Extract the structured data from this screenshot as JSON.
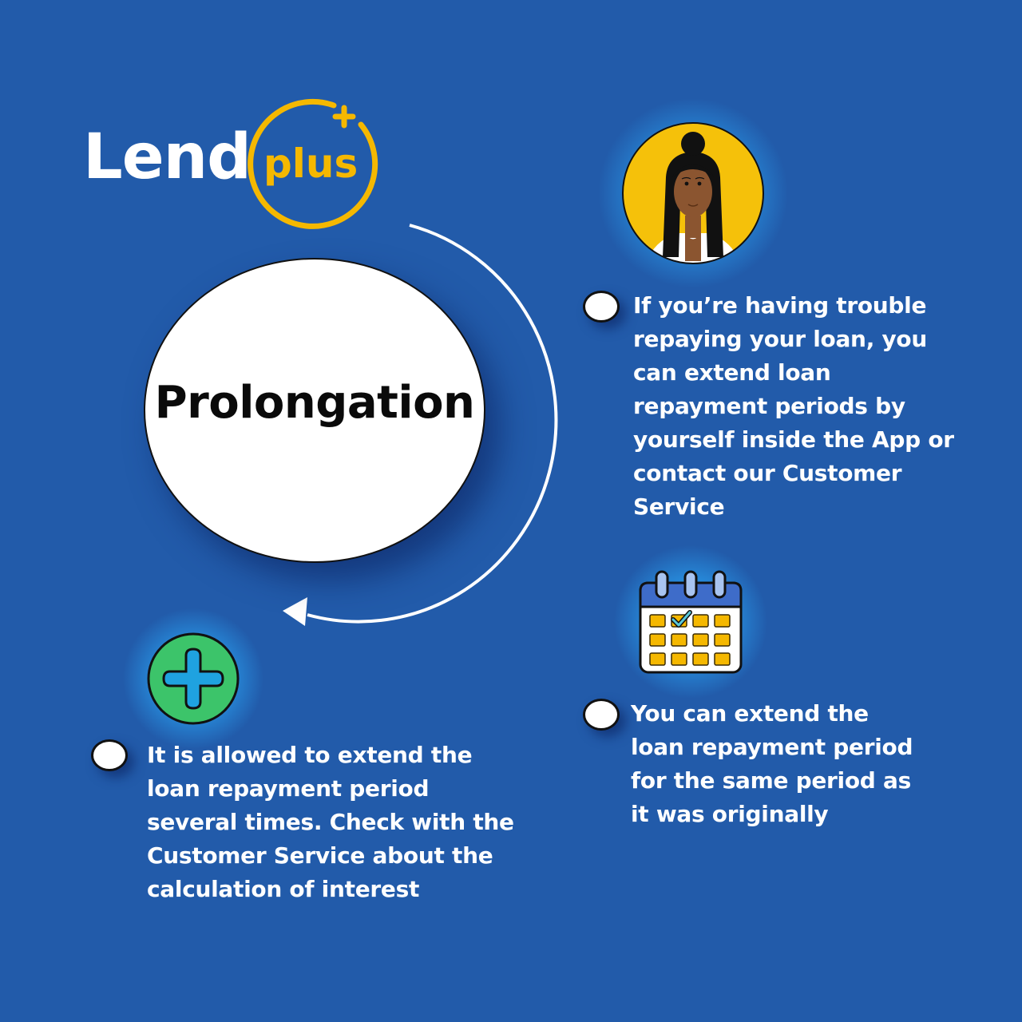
{
  "logo": {
    "word": "Lend",
    "badge": "plus",
    "brand_color": "#F5B800",
    "text_color": "#FFFFFF"
  },
  "title": "Prolongation",
  "colors": {
    "background": "#225BAA",
    "circle": "#FFFFFF",
    "title_text": "#0A0A0A",
    "bullet_text": "#FFFFFF",
    "plus_icon_green": "#3CC46A",
    "plus_icon_blue": "#1FA2E0",
    "calendar_header": "#3E6CC9",
    "calendar_cells": "#F5B800",
    "avatar_bg": "#F5C10A"
  },
  "icons": {
    "avatar": "woman-avatar-icon",
    "calendar": "calendar-check-icon",
    "plus": "plus-circle-icon",
    "arrow": "circular-arrow-icon"
  },
  "bullets": [
    {
      "id": "self-service",
      "lines": [
        "If you’re having trouble",
        "repaying your loan, you",
        "can extend loan",
        "repayment periods by",
        "yourself inside the App or",
        "contact our Customer",
        "Service"
      ]
    },
    {
      "id": "same-period",
      "lines": [
        "You can extend the",
        "loan repayment period",
        "for the same period as",
        "it was originally"
      ]
    },
    {
      "id": "several-times",
      "lines": [
        "It is allowed to extend the",
        "loan repayment period",
        "several times. Check with the",
        "Customer Service about the",
        "calculation of interest"
      ]
    }
  ]
}
